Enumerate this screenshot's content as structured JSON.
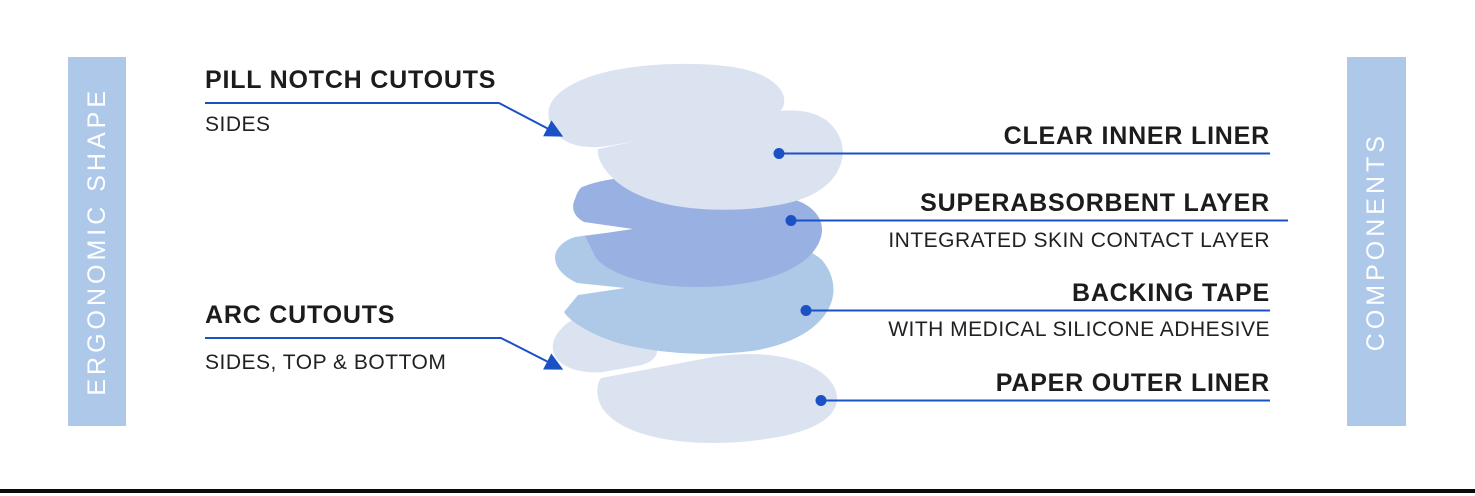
{
  "banners": {
    "left": "ERGONOMIC SHAPE",
    "right": "COMPONENTS"
  },
  "left_callouts": [
    {
      "title": "PILL NOTCH CUTOUTS",
      "subtitle": "SIDES"
    },
    {
      "title": "ARC CUTOUTS",
      "subtitle": "SIDES, TOP & BOTTOM"
    }
  ],
  "right_callouts": [
    {
      "title": "CLEAR INNER LINER"
    },
    {
      "title": "SUPERABSORBENT LAYER",
      "subtitle": "INTEGRATED SKIN CONTACT LAYER"
    },
    {
      "title": "BACKING TAPE",
      "subtitle": "WITH MEDICAL SILICONE ADHESIVE"
    },
    {
      "title": "PAPER OUTER LINER"
    }
  ],
  "colors": {
    "accent_line": "#1b51c5",
    "banner_bg": "#adc8e9",
    "banner_text": "#ffffff",
    "layer_light": "#dce3f0",
    "layer_superabsorbent": "#99b0e2",
    "layer_backing_tape": "#aec9e8",
    "title_text": "#1c1c1c",
    "bottom_rule": "#0a0a0a"
  }
}
